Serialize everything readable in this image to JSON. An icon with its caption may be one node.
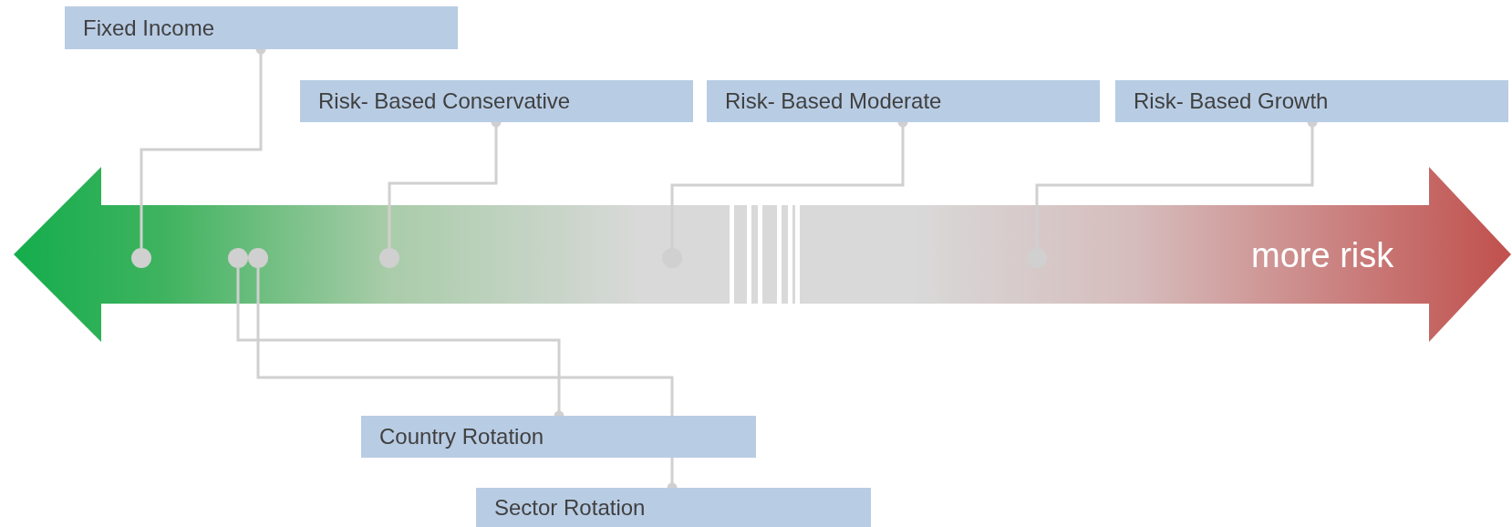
{
  "diagram": {
    "nodes": [
      {
        "text": [
          "Fixed Income"
        ]
      },
      {
        "text": [
          "Risk- Based Conservative"
        ]
      },
      {
        "text": [
          "Risk- Based Moderate"
        ]
      },
      {
        "text": [
          "Risk- Based Growth"
        ]
      },
      {
        "text": [
          "more risk"
        ]
      },
      {
        "text": [],
        "shape": "circle",
        "in": 4
      },
      {
        "text": [],
        "shape": "circle",
        "in": 4
      },
      {
        "text": [],
        "shape": "circle",
        "in": 4
      },
      {
        "text": [],
        "shape": "circle",
        "in": 4
      },
      {
        "text": [],
        "shape": "circle",
        "in": 4
      },
      {
        "text": [],
        "shape": "circle",
        "in": 4
      },
      {
        "text": [
          "Country Rotation"
        ]
      },
      {
        "text": [
          "Sector Rotation"
        ]
      }
    ],
    "edges": [
      {
        "from": 0,
        "to": 5,
        "arrow": "other"
      },
      {
        "from": 1,
        "to": 8,
        "arrow": "other"
      },
      {
        "from": 2,
        "to": 9,
        "arrow": "other"
      },
      {
        "from": 3,
        "to": 10,
        "arrow": "other"
      },
      {
        "from": 11,
        "to": 6,
        "arrow": "other"
      },
      {
        "from": 12,
        "to": 7,
        "arrow": "other"
      }
    ]
  }
}
